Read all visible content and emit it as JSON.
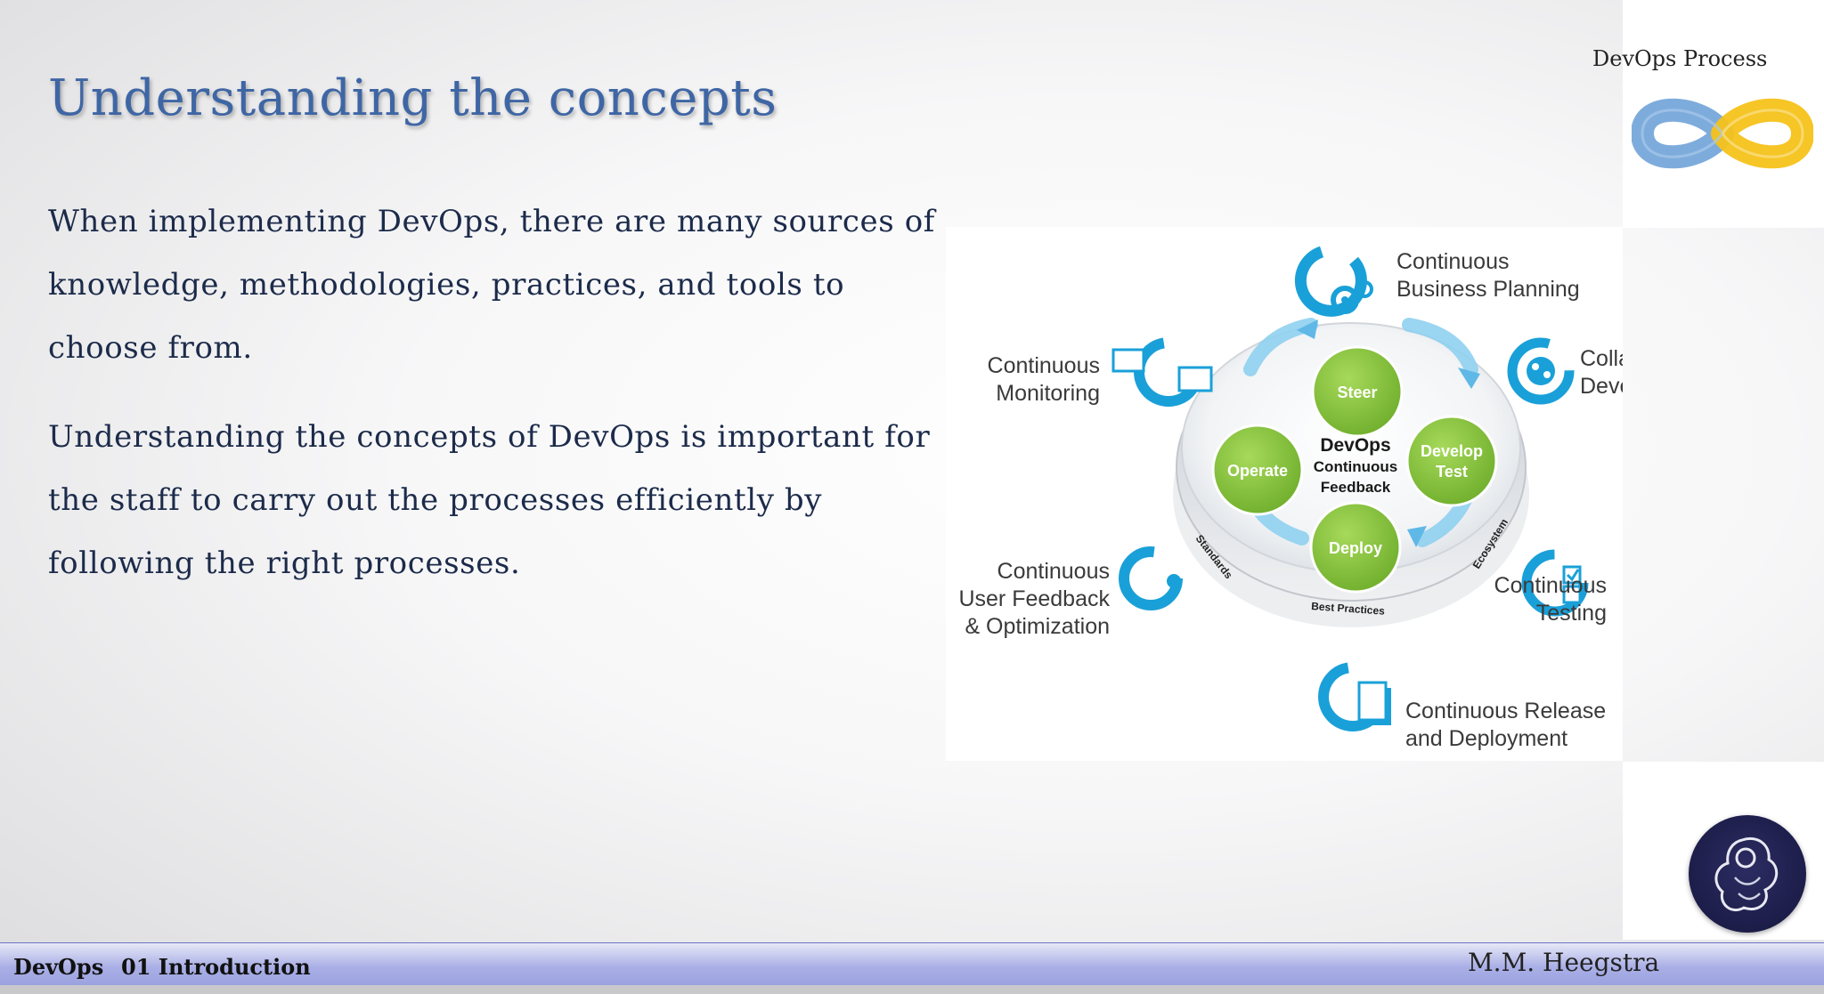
{
  "slide": {
    "title": "Understanding the concepts",
    "paragraphs": [
      "When implementing DevOps, there are many sources of knowledge, methodologies, practices, and tools to choose from.",
      "Understanding the concepts of DevOps is important for the staff to carry out the processes efficiently by following the right processes."
    ]
  },
  "corner": {
    "label": "DevOps Process",
    "logo_icon": "infinity-loop-icon"
  },
  "diagram": {
    "outer_labels": {
      "business_planning": [
        "Continuous",
        "Business Planning"
      ],
      "collaborative_development": [
        "Collaborative",
        "Development"
      ],
      "monitoring": [
        "Continuous",
        "Monitoring"
      ],
      "testing": [
        "Continuous",
        "Testing"
      ],
      "user_feedback": [
        "Continuous",
        "User Feedback",
        "& Optimization"
      ],
      "release_deployment": [
        "Continuous Release",
        "and Deployment"
      ]
    },
    "center": [
      "DevOps",
      "Continuous",
      "Feedback"
    ],
    "circles": {
      "steer": "Steer",
      "develop_test": [
        "Develop",
        "Test"
      ],
      "deploy": "Deploy",
      "operate": "Operate"
    },
    "rim": {
      "standards": "Standards",
      "best_practices": "Best Practices",
      "ecosystem": "Ecosystem"
    },
    "colors": {
      "accent_blue": "#1aa0d8",
      "circle_green": "#8cc63f",
      "arrow_blue": "#7cc6ec"
    }
  },
  "footer": {
    "course": "DevOps",
    "chapter": "01 Introduction",
    "author": "M.M. Heegstra"
  }
}
